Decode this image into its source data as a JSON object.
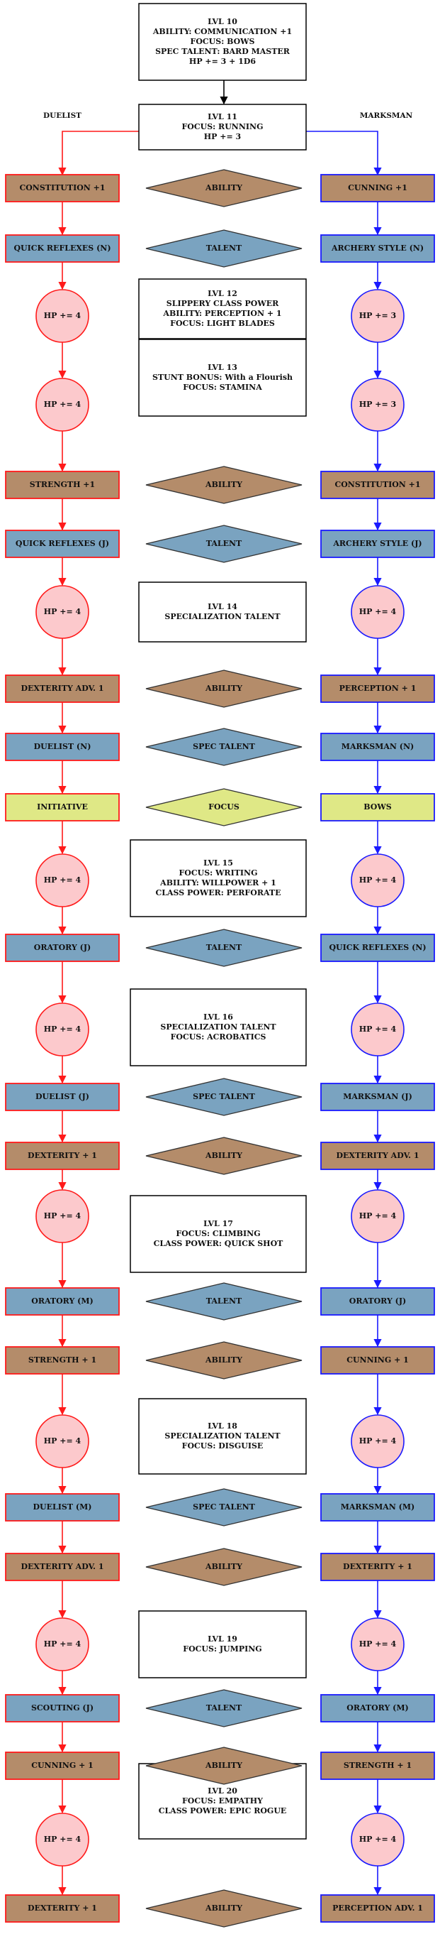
{
  "colors": {
    "duelist_line": "#ff1a1a",
    "marksman_line": "#1a1aff",
    "center_line": "#000000",
    "brown_fill": "#b48c6a",
    "blue_fill": "#7aa3c0",
    "yellow_fill": "#dfe886",
    "pink_fill": "#fcc9cc",
    "white_fill": "#ffffff"
  },
  "labels": {
    "duelist": "DUELIST",
    "marksman": "MARKSMAN"
  },
  "levels": [
    {
      "id": "lvl10",
      "lines": [
        "LVL 10",
        "ABILITY: COMMUNICATION +1",
        "FOCUS: BOWS",
        "SPEC TALENT: BARD MASTER",
        "HP += 3 + 1D6"
      ]
    },
    {
      "id": "lvl11",
      "lines": [
        "LVL 11",
        "FOCUS: RUNNING",
        "HP += 3"
      ]
    },
    {
      "id": "lvl12",
      "lines": [
        "LVL 12",
        "SLIPPERY CLASS POWER",
        "ABILITY: PERCEPTION + 1",
        "FOCUS: LIGHT BLADES"
      ]
    },
    {
      "id": "lvl13",
      "lines": [
        "LVL 13",
        "STUNT BONUS: With a Flourish",
        "FOCUS: STAMINA"
      ]
    },
    {
      "id": "lvl14",
      "lines": [
        "LVL 14",
        "SPECIALIZATION TALENT"
      ]
    },
    {
      "id": "lvl15",
      "lines": [
        "LVL 15",
        "FOCUS: WRITING",
        "ABILITY: WILLPOWER + 1",
        "CLASS POWER: PERFORATE"
      ]
    },
    {
      "id": "lvl16",
      "lines": [
        "LVL 16",
        "SPECIALIZATION TALENT",
        "FOCUS: ACROBATICS"
      ]
    },
    {
      "id": "lvl17",
      "lines": [
        "LVL 17",
        "FOCUS: CLIMBING",
        "CLASS POWER: QUICK SHOT"
      ]
    },
    {
      "id": "lvl18",
      "lines": [
        "LVL 18",
        "SPECIALIZATION TALENT",
        "FOCUS: DISGUISE"
      ]
    },
    {
      "id": "lvl19",
      "lines": [
        "LVL 19",
        "FOCUS: JUMPING"
      ]
    },
    {
      "id": "lvl20",
      "lines": [
        "LVL 20",
        "FOCUS: EMPATHY",
        "CLASS POWER: EPIC ROGUE"
      ]
    }
  ],
  "rows": [
    {
      "kind": "ability",
      "center": "ABILITY",
      "left": "CONSTITUTION +1",
      "right": "CUNNING +1"
    },
    {
      "kind": "talent",
      "center": "TALENT",
      "left": "QUICK REFLEXES (N)",
      "right": "ARCHERY STYLE (N)"
    },
    {
      "kind": "hp",
      "left": "HP += 4",
      "right": "HP += 3"
    },
    {
      "kind": "hp",
      "left": "HP += 4",
      "right": "HP += 3"
    },
    {
      "kind": "ability",
      "center": "ABILITY",
      "left": "STRENGTH +1",
      "right": "CONSTITUTION +1"
    },
    {
      "kind": "talent",
      "center": "TALENT",
      "left": "QUICK REFLEXES (J)",
      "right": "ARCHERY STYLE (J)"
    },
    {
      "kind": "hp",
      "left": "HP += 4",
      "right": "HP += 4"
    },
    {
      "kind": "ability",
      "center": "ABILITY",
      "left": "DEXTERITY ADV. 1",
      "right": "PERCEPTION + 1"
    },
    {
      "kind": "spec",
      "center": "SPEC TALENT",
      "left": "DUELIST (N)",
      "right": "MARKSMAN (N)"
    },
    {
      "kind": "focus",
      "center": "FOCUS",
      "left": "INITIATIVE",
      "right": "BOWS"
    },
    {
      "kind": "hp",
      "left": "HP += 4",
      "right": "HP += 4"
    },
    {
      "kind": "talent",
      "center": "TALENT",
      "left": "ORATORY (J)",
      "right": "QUICK REFLEXES (N)"
    },
    {
      "kind": "hp",
      "left": "HP += 4",
      "right": "HP += 4"
    },
    {
      "kind": "spec",
      "center": "SPEC TALENT",
      "left": "DUELIST (J)",
      "right": "MARKSMAN (J)"
    },
    {
      "kind": "ability",
      "center": "ABILITY",
      "left": "DEXTERITY + 1",
      "right": "DEXTERITY ADV. 1"
    },
    {
      "kind": "hp",
      "left": "HP += 4",
      "right": "HP += 4"
    },
    {
      "kind": "talent",
      "center": "TALENT",
      "left": "ORATORY (M)",
      "right": "ORATORY (J)"
    },
    {
      "kind": "ability",
      "center": "ABILITY",
      "left": "STRENGTH + 1",
      "right": "CUNNING + 1"
    },
    {
      "kind": "hp",
      "left": "HP += 4",
      "right": "HP += 4"
    },
    {
      "kind": "spec",
      "center": "SPEC TALENT",
      "left": "DUELIST (M)",
      "right": "MARKSMAN (M)"
    },
    {
      "kind": "ability",
      "center": "ABILITY",
      "left": "DEXTERITY ADV. 1",
      "right": "DEXTERITY + 1"
    },
    {
      "kind": "hp",
      "left": "HP += 4",
      "right": "HP += 4"
    },
    {
      "kind": "talent",
      "center": "TALENT",
      "left": "SCOUTING (J)",
      "right": "ORATORY (M)"
    },
    {
      "kind": "ability",
      "center": "ABILITY",
      "left": "CUNNING + 1",
      "right": "STRENGTH + 1"
    },
    {
      "kind": "hp",
      "left": "HP += 4",
      "right": "HP += 4"
    },
    {
      "kind": "ability",
      "center": "ABILITY",
      "left": "DEXTERITY + 1",
      "right": "PERCEPTION ADV. 1"
    }
  ]
}
